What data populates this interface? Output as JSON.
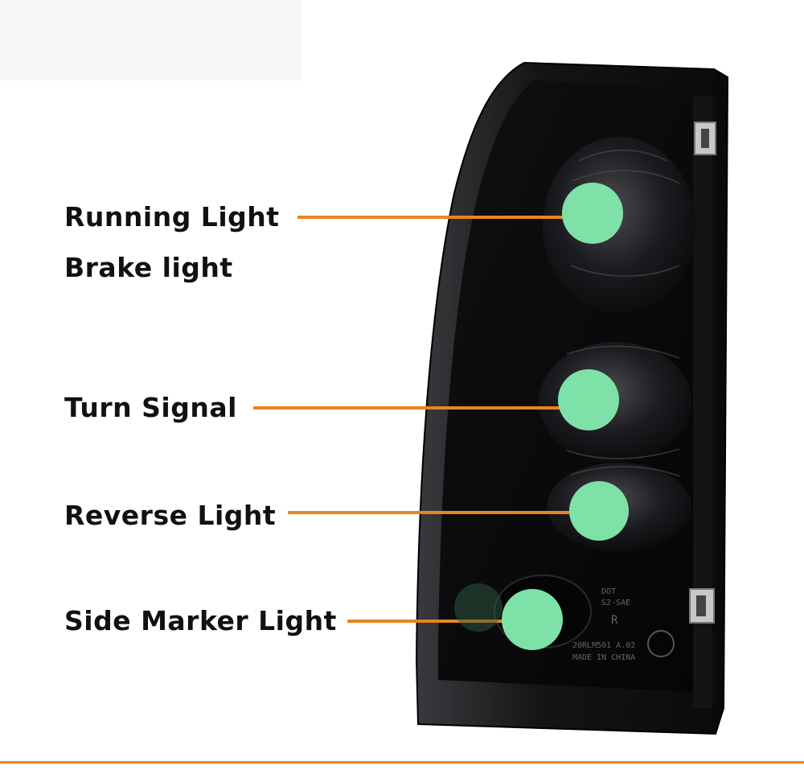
{
  "labels": {
    "running": "Running Light",
    "brake": "Brake light",
    "turn": "Turn Signal",
    "reverse": "Reverse Light",
    "side_marker": "Side Marker Light"
  },
  "housing_text": {
    "code1": "DOT",
    "code2": "S2-SAE",
    "small": "R",
    "part": "20RLM501 A.02",
    "made": "MADE IN CHINA"
  },
  "colors": {
    "leader_line": "#E8861E",
    "bulb_dot": "#7EE2A8",
    "housing": "#0b0b0d",
    "bottom_rule": "#E8861E"
  }
}
